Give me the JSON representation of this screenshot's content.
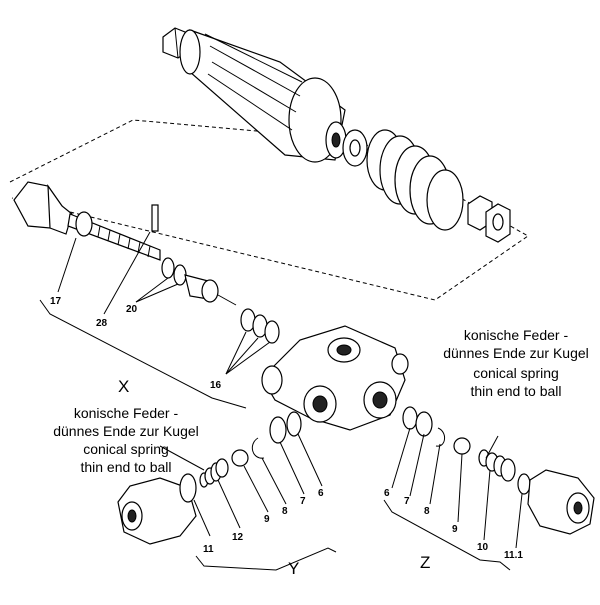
{
  "labels": {
    "p17": "17",
    "p28": "28",
    "p20": "20",
    "p16": "16",
    "p11": "11",
    "p12": "12",
    "p9_left": "9",
    "p8_left": "8",
    "p7_left": "7",
    "p6_left": "6",
    "p6_right": "6",
    "p7_right": "7",
    "p8_right": "8",
    "p9_right": "9",
    "p10": "10",
    "p11_1": "11.1"
  },
  "groups": {
    "x": "X",
    "y": "Y",
    "z": "Z"
  },
  "notes": {
    "right": [
      "konische Feder -",
      "dünnes Ende zur Kugel",
      "conical spring",
      "thin end to ball"
    ],
    "left": [
      "konische Feder -",
      "dünnes Ende zur Kugel",
      "conical spring",
      "thin end to ball"
    ]
  }
}
